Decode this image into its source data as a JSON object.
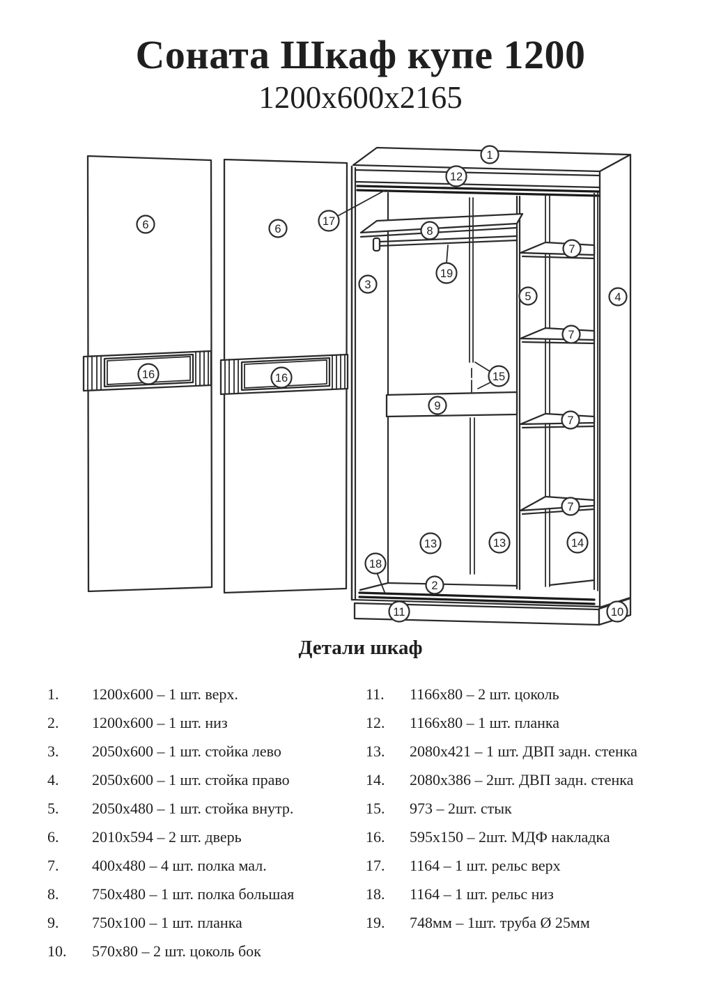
{
  "page": {
    "title": "Соната Шкаф купе 1200",
    "subtitle": "1200x600x2165",
    "section_title": "Детали шкаф"
  },
  "colors": {
    "line": "#2b2b2b",
    "dark_rail": "#1a1a1a",
    "text": "#1f1f1f",
    "background": "#ffffff"
  },
  "diagram": {
    "description": "exploded view: two sliding doors and wardrobe carcass with numbered part callouts",
    "callouts": {
      "n1": "1",
      "n2": "2",
      "n3": "3",
      "n4": "4",
      "n5": "5",
      "n6": "6",
      "n7": "7",
      "n8": "8",
      "n9": "9",
      "n10": "10",
      "n11": "11",
      "n12": "12",
      "n13": "13",
      "n14": "14",
      "n15": "15",
      "n16": "16",
      "n17": "17",
      "n18": "18",
      "n19": "19"
    }
  },
  "parts": {
    "left": [
      {
        "num": "1.",
        "text": "1200x600 – 1 шт. верх."
      },
      {
        "num": "2.",
        "text": "1200x600 – 1 шт. низ"
      },
      {
        "num": "3.",
        "text": "2050x600 – 1 шт. стойка лево"
      },
      {
        "num": "4.",
        "text": "2050x600 – 1 шт. стойка право"
      },
      {
        "num": "5.",
        "text": "2050x480 – 1 шт. стойка внутр."
      },
      {
        "num": "6.",
        "text": "2010x594 – 2 шт. дверь"
      },
      {
        "num": "7.",
        "text": "400x480 – 4 шт. полка мал."
      },
      {
        "num": "8.",
        "text": "750x480 – 1 шт. полка большая"
      },
      {
        "num": "9.",
        "text": "750x100 – 1 шт. планка"
      },
      {
        "num": "10.",
        "text": "570x80 – 2 шт. цоколь бок"
      }
    ],
    "right": [
      {
        "num": "11.",
        "text": "1166x80 – 2 шт. цоколь"
      },
      {
        "num": "12.",
        "text": "1166x80 – 1 шт. планка"
      },
      {
        "num": "13.",
        "text": "2080x421 – 1 шт. ДВП задн. стенка"
      },
      {
        "num": "14.",
        "text": "2080x386 – 2шт. ДВП задн. стенка"
      },
      {
        "num": "15.",
        "text": "973 – 2шт. стык"
      },
      {
        "num": "16.",
        "text": "595x150 – 2шт. МДФ накладка"
      },
      {
        "num": "17.",
        "text": "1164 – 1 шт. рельс верх"
      },
      {
        "num": "18.",
        "text": "1164 – 1 шт. рельс низ"
      },
      {
        "num": "19.",
        "text": "748мм – 1шт. труба Ø 25мм"
      }
    ]
  }
}
